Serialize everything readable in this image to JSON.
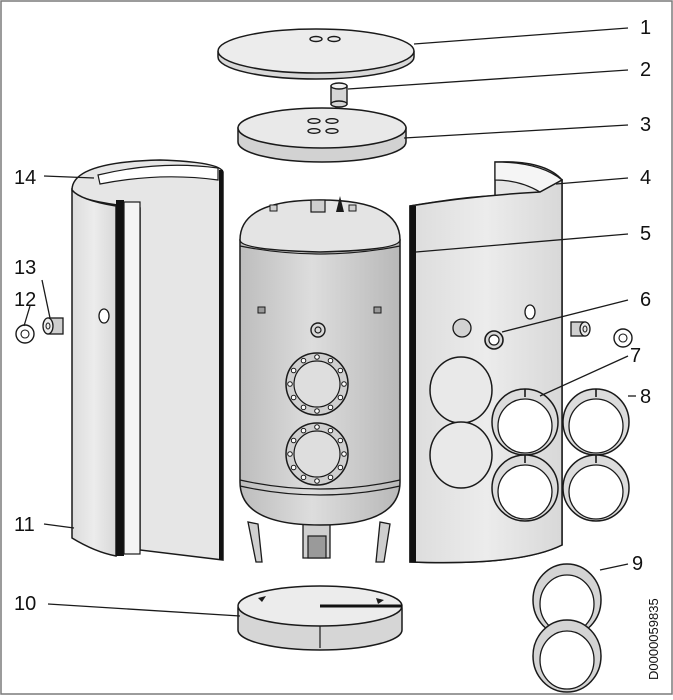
{
  "diagram": {
    "callouts": [
      "1",
      "2",
      "3",
      "4",
      "5",
      "6",
      "7",
      "8",
      "9",
      "10",
      "11",
      "12",
      "13",
      "14"
    ],
    "document_id": "D0000059835"
  },
  "colors": {
    "stroke": "#1a1a1a",
    "insulation_fill": "#e6e6e6",
    "insulation_light": "#efefef",
    "tank_fill": "#d4d4d4",
    "border": "#7a7a7a",
    "background": "#ffffff"
  },
  "icons": [
    "leader-line"
  ]
}
